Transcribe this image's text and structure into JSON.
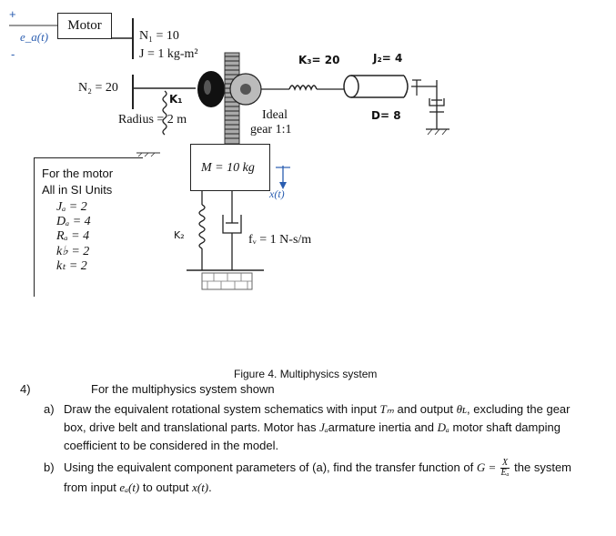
{
  "diagram": {
    "source_label": "e_a(t)",
    "plus_sign": "+",
    "minus_sign": "-",
    "motor_label": "Motor",
    "n1_label": "N₁ = 10",
    "j1_label": "J = 1 kg-m²",
    "n2_label": "N₂ = 20",
    "k1_label": "K₁",
    "radius_label": "Radius = 2 m",
    "ideal_gear_label_line1": "Ideal",
    "ideal_gear_label_line2": "gear 1:1",
    "k3_label": "K₃= 20",
    "j2_label": "J₂= 4",
    "d_label": "D= 8",
    "mass_label": "M = 10 kg",
    "x_label": "x(t)",
    "k2_label": "K₂",
    "fv_label": "fᵥ = 1 N-s/m"
  },
  "motor_params": {
    "heading_line1": "For the motor",
    "heading_line2": "All in SI Units",
    "ja": "Jₐ = 2",
    "da": "Dₐ = 4",
    "ra": "Rₐ = 4",
    "kb": "k♭ = 2",
    "kt": "kₜ = 2"
  },
  "figure": {
    "caption": "Figure 4. Multiphysics system"
  },
  "question": {
    "number": "4)",
    "intro": "For the multiphysics system shown",
    "a_label": "a)",
    "a_line1_pre": "Draw the equivalent rotational system schematics with input ",
    "a_Tm": "Tₘ",
    "a_line1_mid": " and output ",
    "a_thetaL": "θʟ",
    "a_line1_post": ", excluding the gear",
    "a_line2_pre": "box, drive belt and translational parts. Motor has ",
    "a_Ja": "Jₐ",
    "a_line2_mid": "armature inertia and ",
    "a_Da": "Dₐ",
    "a_line2_post": " motor shaft damping",
    "a_line3": "coefficient to be considered in the model.",
    "b_label": "b)",
    "b_line1_pre": "Using the equivalent component parameters of (a), find the transfer function of ",
    "b_G": "G = ",
    "b_num": "X",
    "b_den": "Eₐ",
    "b_line1_post": " the system",
    "b_line2_pre": "from input ",
    "b_ea": "eₐ(t)",
    "b_line2_mid": " to output ",
    "b_x": "x(t)",
    "b_line2_post": "."
  }
}
